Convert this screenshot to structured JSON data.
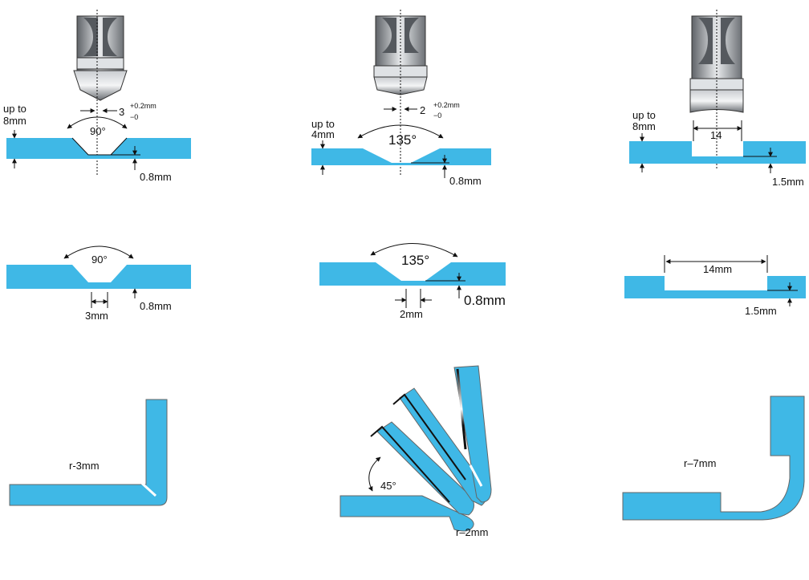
{
  "colors": {
    "sheet": "#3fb8e6",
    "sheet_edge": "#2a8fb8",
    "steel": "#8f949a",
    "black": "#111111"
  },
  "row1": {
    "left": {
      "thickness": "up to\n8mm",
      "tip": "3",
      "tol_plus": "+0.2mm",
      "tol_minus": "−0",
      "angle": "90°",
      "depth": "0.8mm"
    },
    "center": {
      "thickness": "up to\n4mm",
      "tip": "2",
      "tol_plus": "+0.2mm",
      "tol_minus": "−0",
      "angle": "135°",
      "depth": "0.8mm"
    },
    "right": {
      "thickness": "up to\n8mm",
      "width": "14",
      "depth": "1.5mm"
    }
  },
  "row2": {
    "left": {
      "angle": "90°",
      "bottom": "3mm",
      "depth": "0.8mm"
    },
    "center": {
      "angle": "135°",
      "bottom": "2mm",
      "depth": "0.8mm"
    },
    "right": {
      "width": "14mm",
      "depth": "1.5mm"
    }
  },
  "row3": {
    "left": {
      "radius": "r-3mm"
    },
    "center": {
      "angle": "45°",
      "radius": "r–2mm"
    },
    "right": {
      "radius": "r–7mm"
    }
  }
}
